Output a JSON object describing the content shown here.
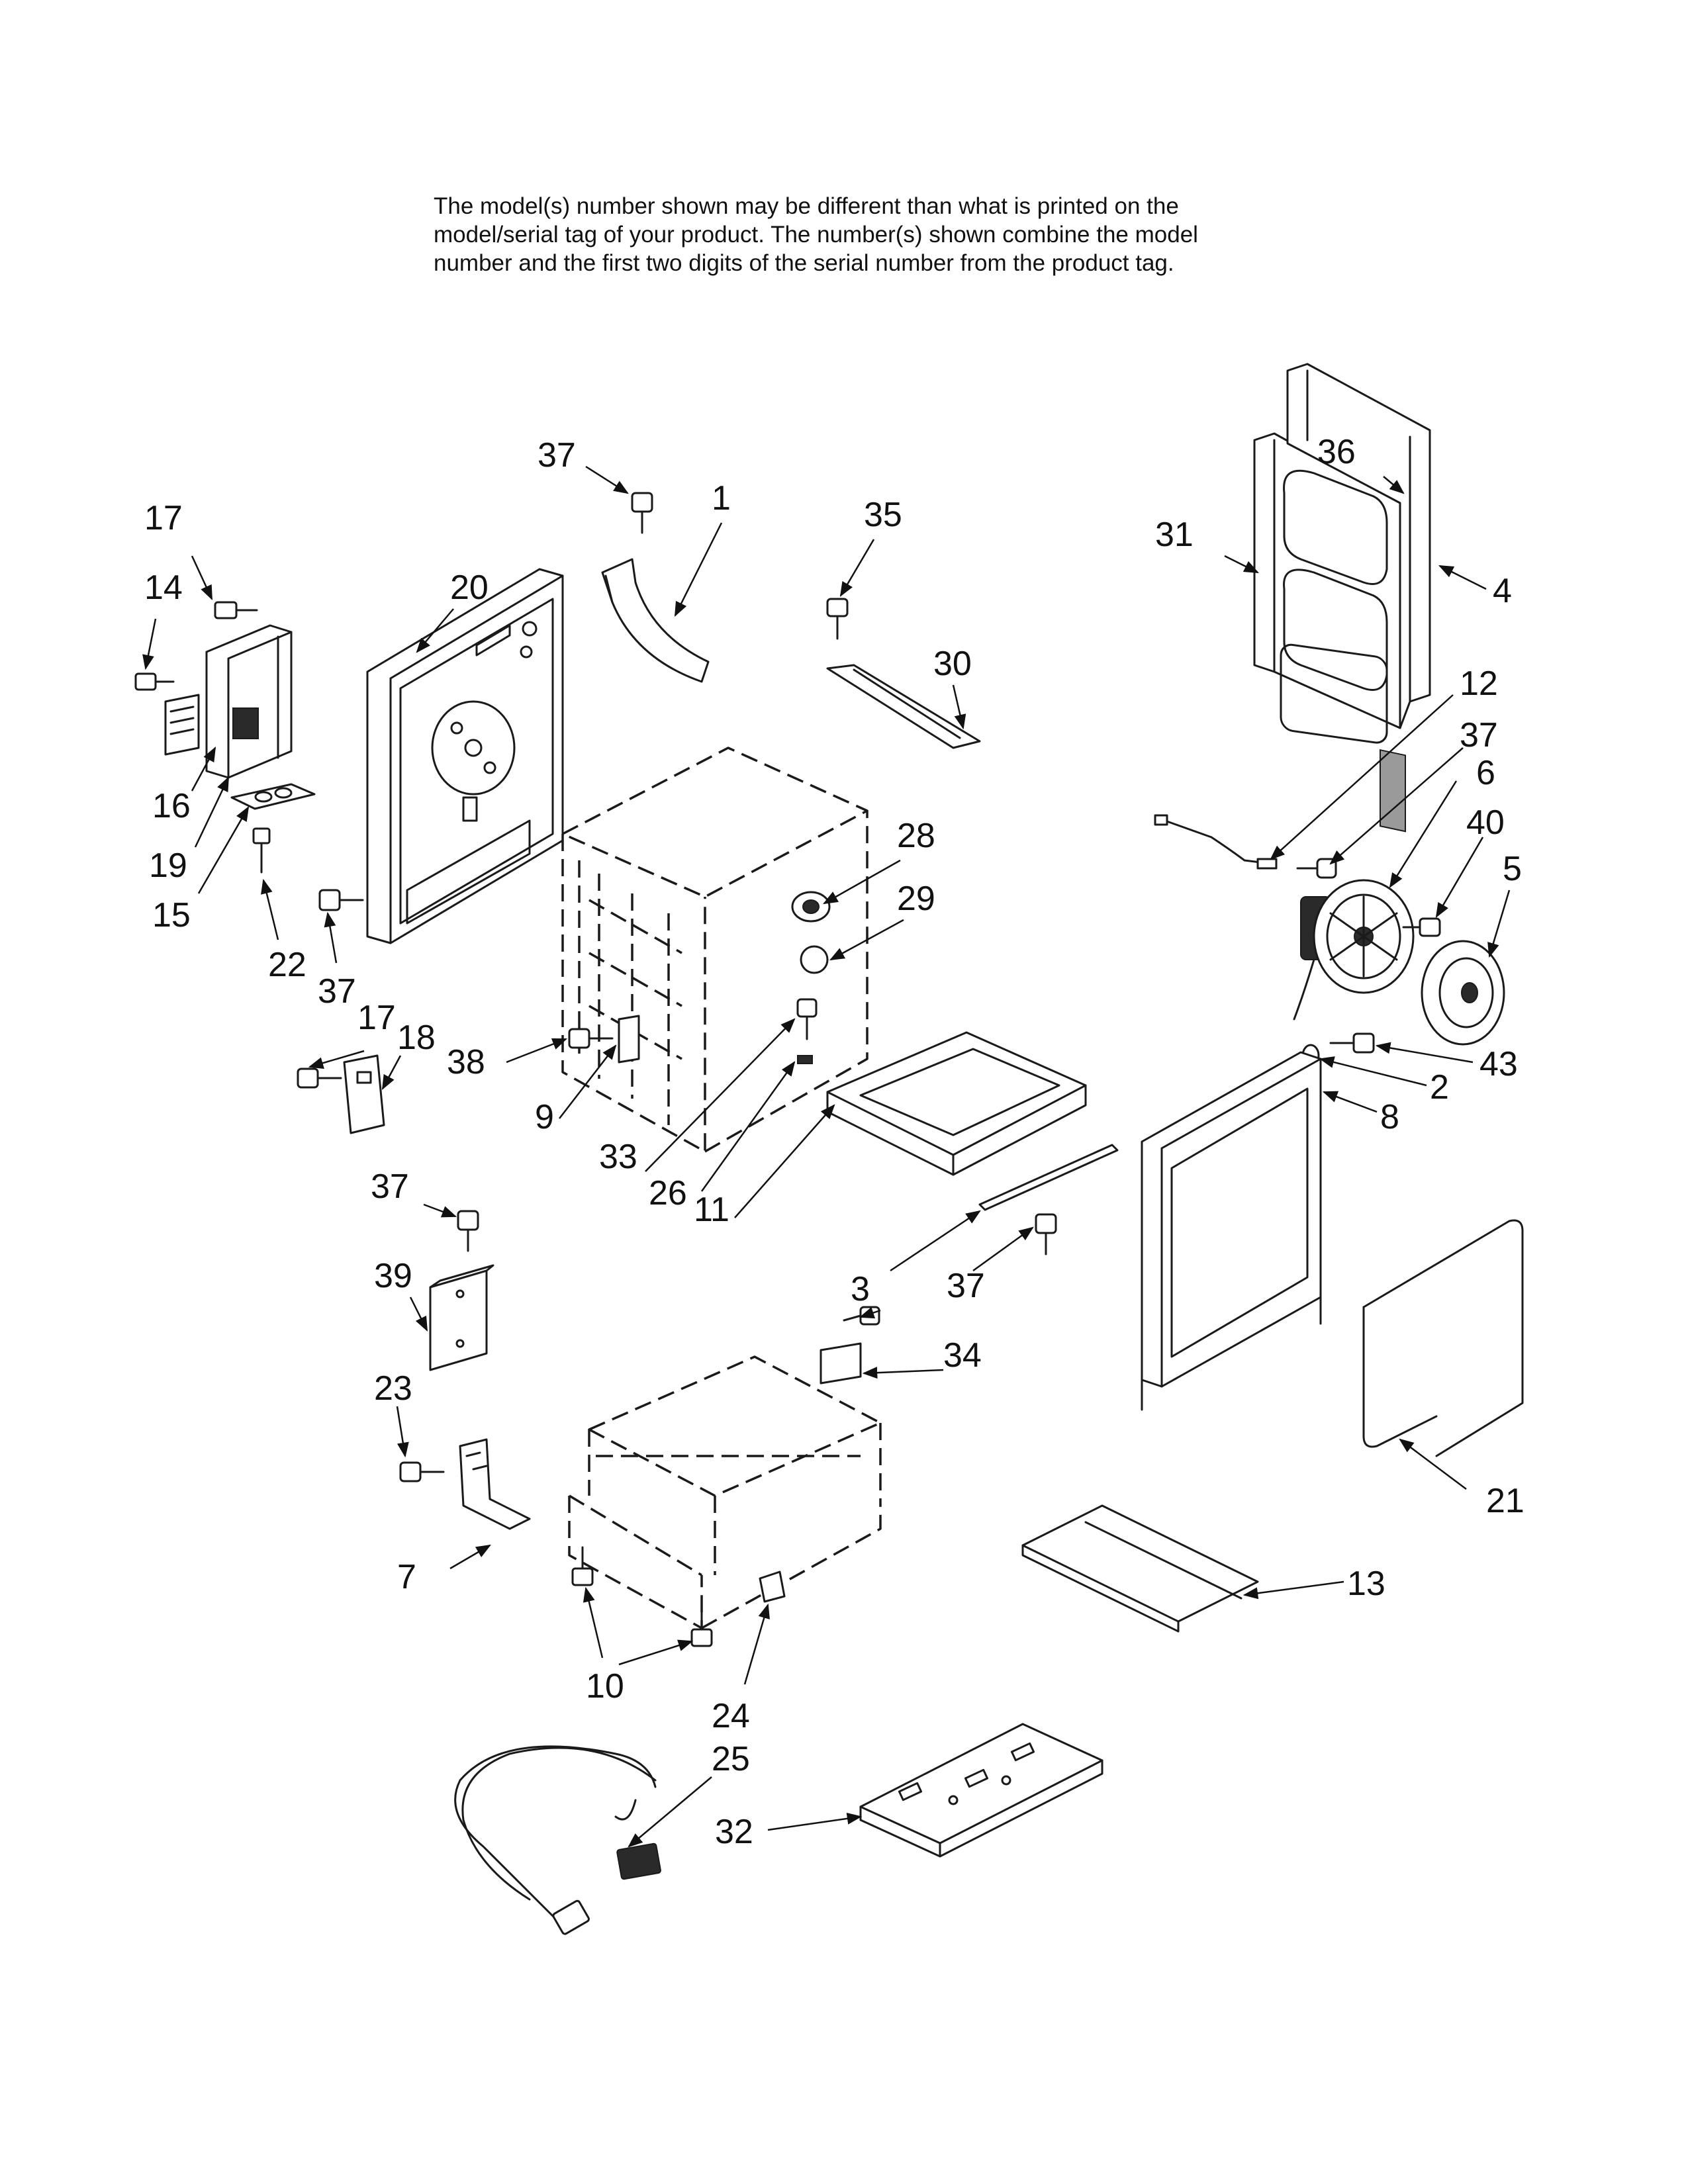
{
  "notice": {
    "lines": [
      "The model(s) number shown may be different than what is printed on the",
      "model/serial tag of your product. The number(s) shown combine the model",
      "number and the first two digits of the serial number from the product tag."
    ]
  },
  "callouts": {
    "c1": "1",
    "c2": "2",
    "c3": "3",
    "c4": "4",
    "c5": "5",
    "c6": "6",
    "c7": "7",
    "c8": "8",
    "c9": "9",
    "c10a": "10",
    "c11": "11",
    "c12": "12",
    "c13": "13",
    "c14": "14",
    "c15": "15",
    "c16": "16",
    "c17a": "17",
    "c17b": "17",
    "c18": "18",
    "c19": "19",
    "c20": "20",
    "c21": "21",
    "c22": "22",
    "c23": "23",
    "c24": "24",
    "c25": "25",
    "c26": "26",
    "c28": "28",
    "c29": "29",
    "c30": "30",
    "c31": "31",
    "c32": "32",
    "c33": "33",
    "c34": "34",
    "c35": "35",
    "c36": "36",
    "c37a": "37",
    "c37b": "37",
    "c37c": "37",
    "c37d": "37",
    "c37e": "37",
    "c38": "38",
    "c39": "39",
    "c40": "40",
    "c43": "43"
  }
}
